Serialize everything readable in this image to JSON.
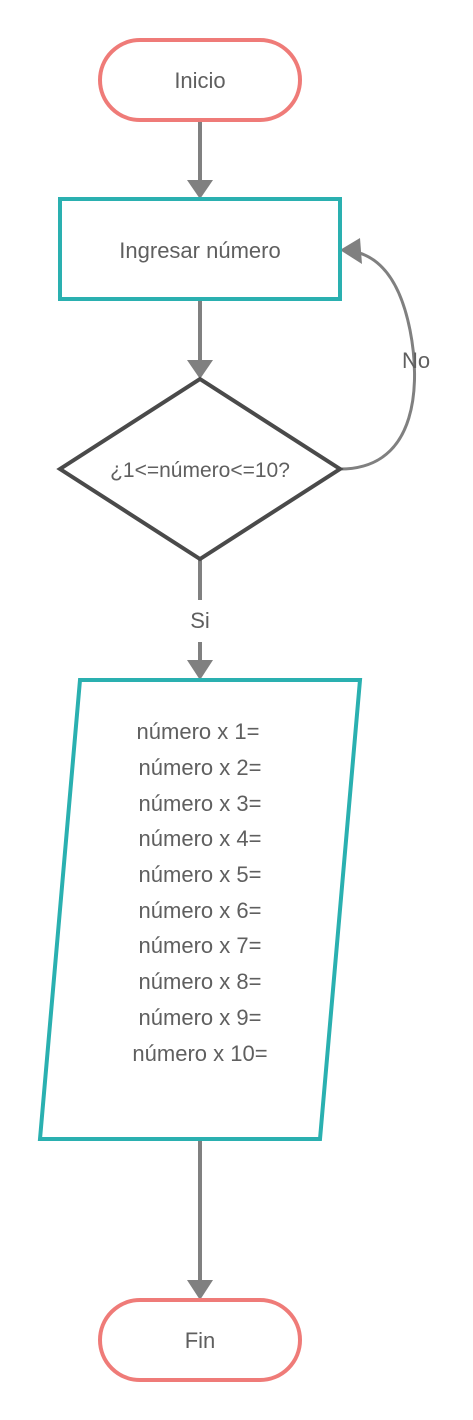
{
  "flowchart": {
    "start": {
      "text": "Inicio"
    },
    "input_step": {
      "text": "Ingresar número"
    },
    "decision": {
      "text": "¿1<=número<=10?"
    },
    "no_label": "No",
    "yes_label": "Si",
    "output": {
      "lines": [
        "número x 1=",
        "número x 2=",
        "número x 3=",
        "número x 4=",
        "número x 5=",
        "número x 6=",
        "número x 7=",
        "número x 8=",
        "número x 9=",
        "número x 10="
      ]
    },
    "end": {
      "text": "Fin"
    }
  },
  "colors": {
    "terminal_stroke": "#ef7b78",
    "process_stroke": "#2ab0b0",
    "decision_stroke": "#4a4a4a",
    "connector": "#808080",
    "text": "#5f5f5f"
  }
}
